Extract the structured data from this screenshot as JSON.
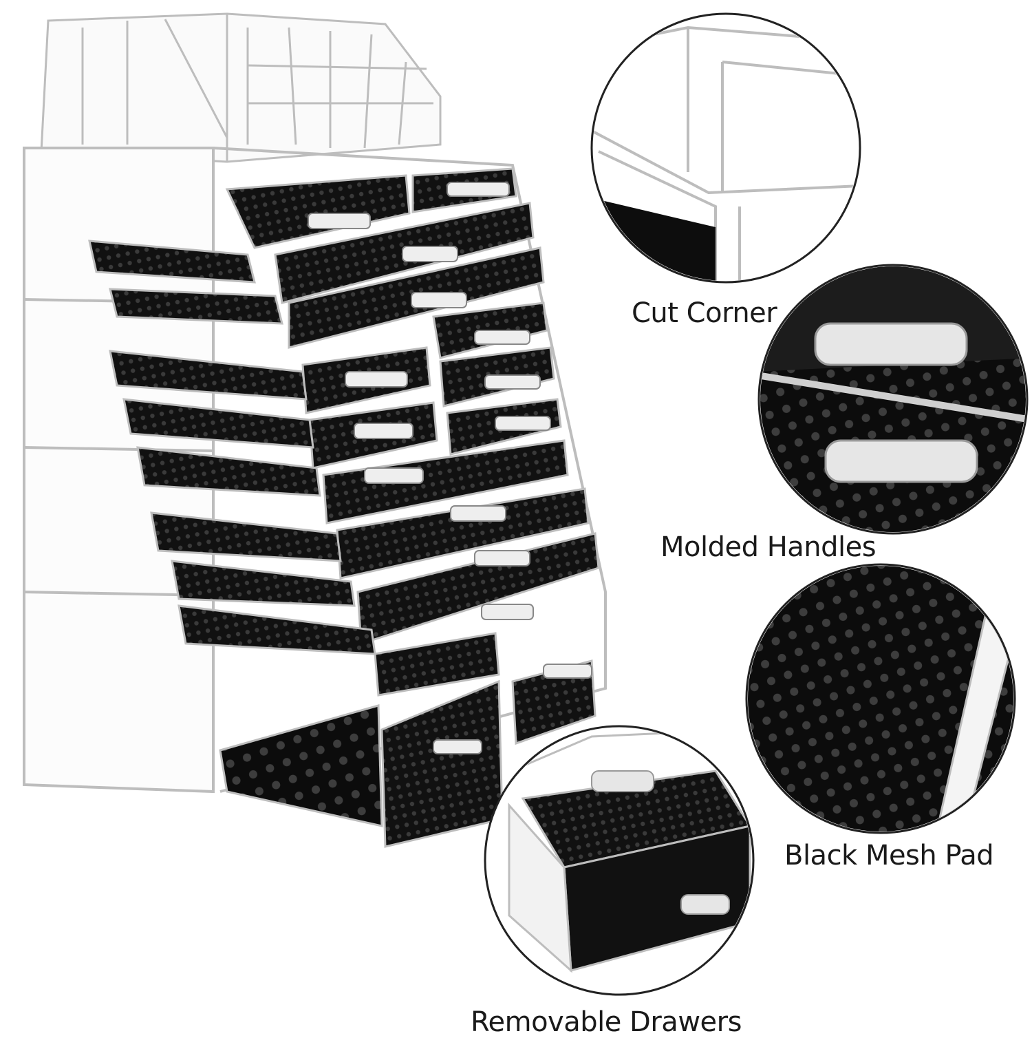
{
  "labels": {
    "cut_corner": "Cut Corner",
    "molded_handles": "Molded Handles",
    "black_mesh_pad": "Black Mesh Pad",
    "removable_drawers": "Removable Drawers"
  },
  "colors": {
    "acrylic_edge": "#bdbdbd",
    "mesh_dark": "#111111",
    "mesh_dot": "#3a3a3a",
    "outline": "#222222",
    "text": "#1a1a1a"
  }
}
